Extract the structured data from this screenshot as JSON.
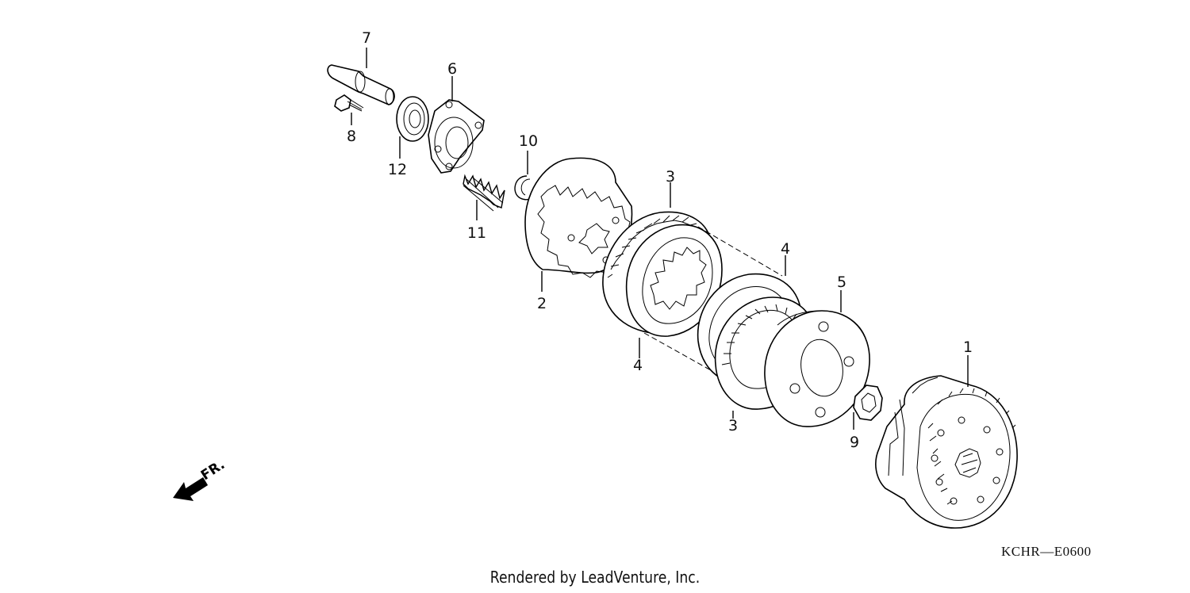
{
  "parts": [
    {
      "id": "label-7",
      "text": "7"
    },
    {
      "id": "label-6",
      "text": "6"
    },
    {
      "id": "label-8",
      "text": "8"
    },
    {
      "id": "label-12",
      "text": "12"
    },
    {
      "id": "label-10",
      "text": "10"
    },
    {
      "id": "label-11",
      "text": "11"
    },
    {
      "id": "label-3a",
      "text": "3"
    },
    {
      "id": "label-2",
      "text": "2"
    },
    {
      "id": "label-4a",
      "text": "4"
    },
    {
      "id": "label-4b",
      "text": "4"
    },
    {
      "id": "label-5",
      "text": "5"
    },
    {
      "id": "label-1",
      "text": "1"
    },
    {
      "id": "label-3b",
      "text": "3"
    },
    {
      "id": "label-9",
      "text": "9"
    }
  ],
  "front_indicator": "FR.",
  "diagram_code": "KCHR—E0600",
  "credit": "Rendered by LeadVenture, Inc."
}
